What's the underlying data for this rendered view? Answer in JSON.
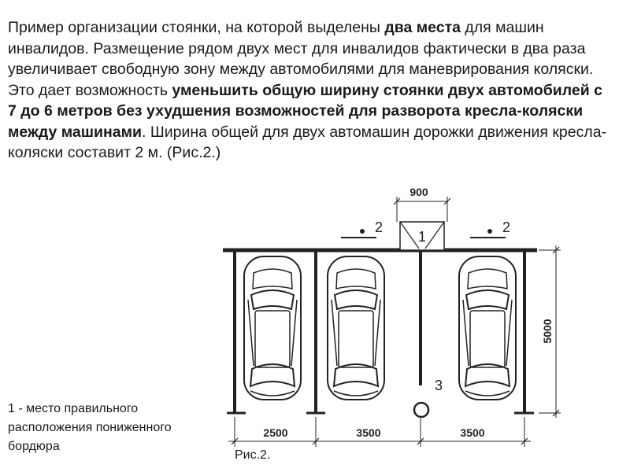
{
  "text": {
    "p1": "Пример организации стоянки, на которой выделены ",
    "p1_bold": "два места",
    "p2": " для машин инвалидов. Размещение рядом двух мест для инвалидов фактически в два раза увеличивает свободную зону между автомобилями для маневрирования коляски. Это дает возможность ",
    "p2_bold": "уменьшить общую ширину стоянки двух автомобилей с 7 до 6 метров без ухудшения возможностей для разворота кресла-коляски между машинами",
    "p3": ". Ширина общей для двух автомашин дорожки движения кресла-коляски составит 2 м. (Рис.2.)"
  },
  "legend": "1 - место правильного расположения пониженного бордюра",
  "caption": "Рис.2.",
  "diagram": {
    "dim_top": "900",
    "dim_side": "5000",
    "dim_bottom": [
      "2500",
      "3500",
      "3500"
    ],
    "label_1": "1",
    "label_2_left": "2",
    "label_2_right": "2",
    "label_3": "3"
  }
}
